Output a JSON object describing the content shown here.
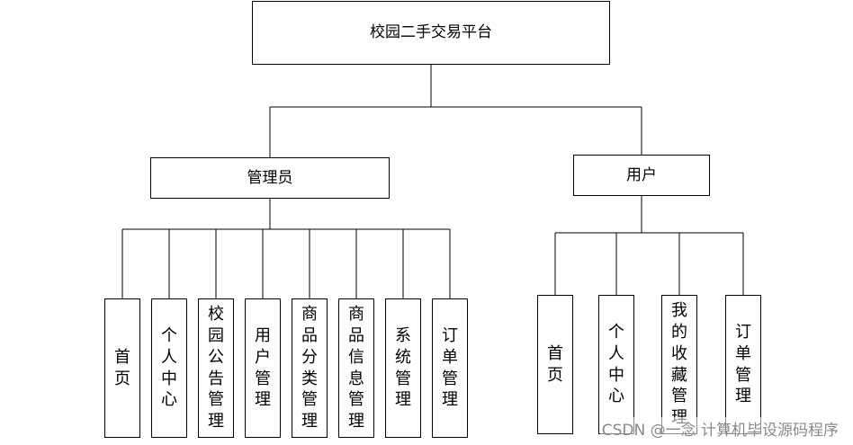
{
  "root": {
    "label": "校园二手交易平台"
  },
  "admin": {
    "label": "管理员",
    "children": [
      "首页",
      "个人中心",
      "校园公告管理",
      "用户管理",
      "商品分类管理",
      "商品信息管理",
      "系统管理",
      "订单管理"
    ]
  },
  "user": {
    "label": "用户",
    "children": [
      "首页",
      "个人中心",
      "我的收藏管理",
      "订单管理"
    ]
  },
  "watermark": "CSDN @一念 计算机毕设源码程序"
}
